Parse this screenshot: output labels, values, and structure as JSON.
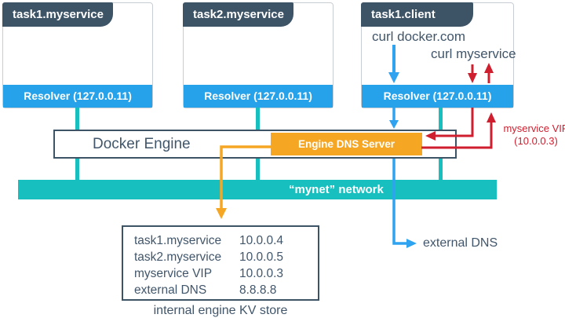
{
  "colors": {
    "slate": "#3d5366",
    "text-slate": "#41566b",
    "container-border": "#c7cdd3",
    "blue": "#26a2ea",
    "arrow-blue": "#2fa3f0",
    "teal": "#17bfbf",
    "orange": "#f5a623",
    "red": "#cf1e2e"
  },
  "containers": [
    {
      "title": "task1.myservice",
      "resolver": "Resolver (127.0.0.11)"
    },
    {
      "title": "task2.myservice",
      "resolver": "Resolver (127.0.0.11)"
    },
    {
      "title": "task1.client",
      "resolver": "Resolver (127.0.0.11)"
    }
  ],
  "client_annotations": {
    "curl_docker": "curl docker.com",
    "curl_myservice": "curl myservice"
  },
  "engine": {
    "label": "Docker Engine",
    "dns_server_label": "Engine DNS Server"
  },
  "network": {
    "label": "“mynet” network"
  },
  "vip_annotation": {
    "line1": "myservice VIP",
    "line2": "(10.0.0.3)"
  },
  "external_dns_label": "external DNS",
  "kv_store": {
    "caption": "internal engine KV store",
    "entries": [
      {
        "key": "task1.myservice",
        "value": "10.0.0.4"
      },
      {
        "key": "task2.myservice",
        "value": "10.0.0.5"
      },
      {
        "key": "myservice VIP",
        "value": "10.0.0.3"
      },
      {
        "key": "external DNS",
        "value": "8.8.8.8"
      }
    ]
  }
}
